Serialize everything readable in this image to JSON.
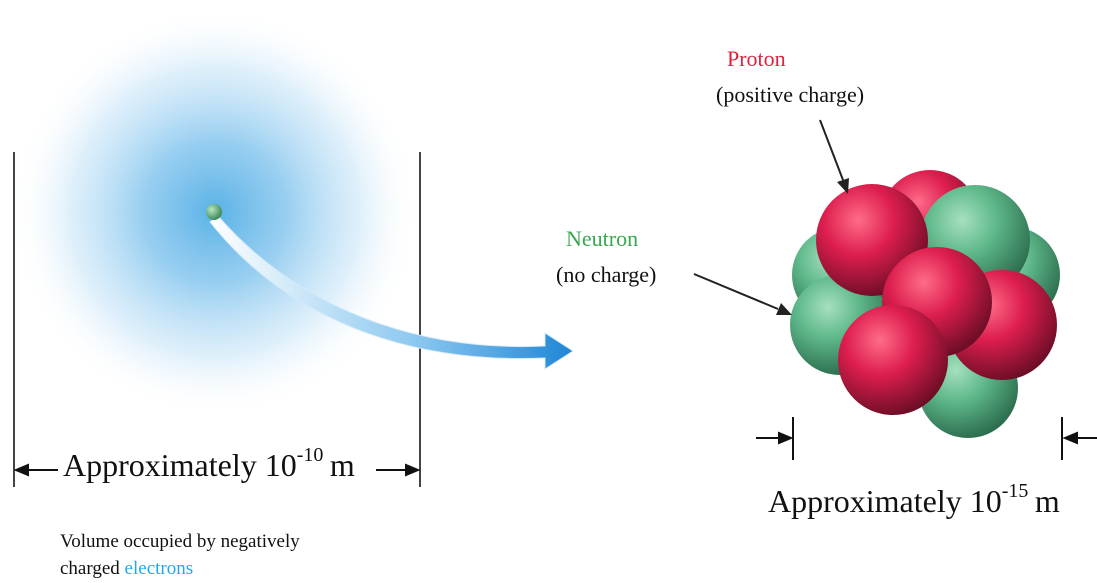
{
  "proton": {
    "name": "Proton",
    "description": "(positive charge)",
    "color": "#e0203c"
  },
  "neutron": {
    "name": "Neutron",
    "description": "(no charge)",
    "color": "#3aa84f"
  },
  "atom_size": {
    "prefix": "Approximately 10",
    "exponent": "-10",
    "unit": "m"
  },
  "nucleus_size": {
    "prefix": "Approximately 10",
    "exponent": "-15",
    "unit": "m"
  },
  "caption": {
    "line1": "Volume occupied by negatively",
    "line2_prefix": "charged ",
    "line2_highlight": "electrons",
    "highlight_color": "#23a7e8"
  }
}
